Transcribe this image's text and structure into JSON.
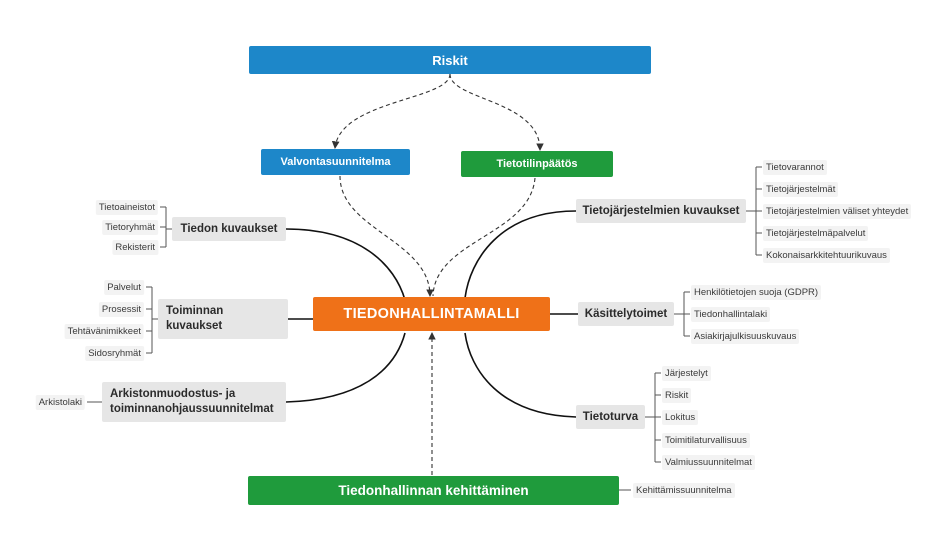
{
  "top": {
    "risks": "Riskit",
    "control_plan": "Valvontasuunnitelma",
    "info_statement": "Tietotilinpäätös"
  },
  "center": "TIEDONHALLINTAMALLI",
  "bottom": {
    "development": "Tiedonhallinnan kehittäminen",
    "development_leaf": "Kehittämissuunnitelma"
  },
  "left": {
    "info_descriptions": {
      "label": "Tiedon kuvaukset",
      "leaves": [
        "Tietoaineistot",
        "Tietoryhmät",
        "Rekisterit"
      ]
    },
    "operation_descriptions": {
      "label_line1": "Toiminnan",
      "label_line2": "kuvaukset",
      "leaves": [
        "Palvelut",
        "Prosessit",
        "Tehtävänimikkeet",
        "Sidosryhmät"
      ]
    },
    "archive_plans": {
      "label_line1": "Arkistonmuodostus- ja",
      "label_line2": "toiminnanohjaussuunnitelmat",
      "leaves": [
        "Arkistolaki"
      ]
    }
  },
  "right": {
    "system_descriptions": {
      "label": "Tietojärjestelmien kuvaukset",
      "leaves": [
        "Tietovarannot",
        "Tietojärjestelmät",
        "Tietojärjestelmien väliset yhteydet",
        "Tietojärjestelmäpalvelut",
        "Kokonaisarkkitehtuurikuvaus"
      ]
    },
    "processing_actions": {
      "label": "Käsittelytoimet",
      "leaves": [
        "Henkilötietojen suoja (GDPR)",
        "Tiedonhallintalaki",
        "Asiakirjajulkisuuskuvaus"
      ]
    },
    "security": {
      "label": "Tietoturva",
      "leaves": [
        "Järjestelyt",
        "Riskit",
        "Lokitus",
        "Toimitilaturvallisuus",
        "Valmiussuunnitelmat"
      ]
    }
  }
}
